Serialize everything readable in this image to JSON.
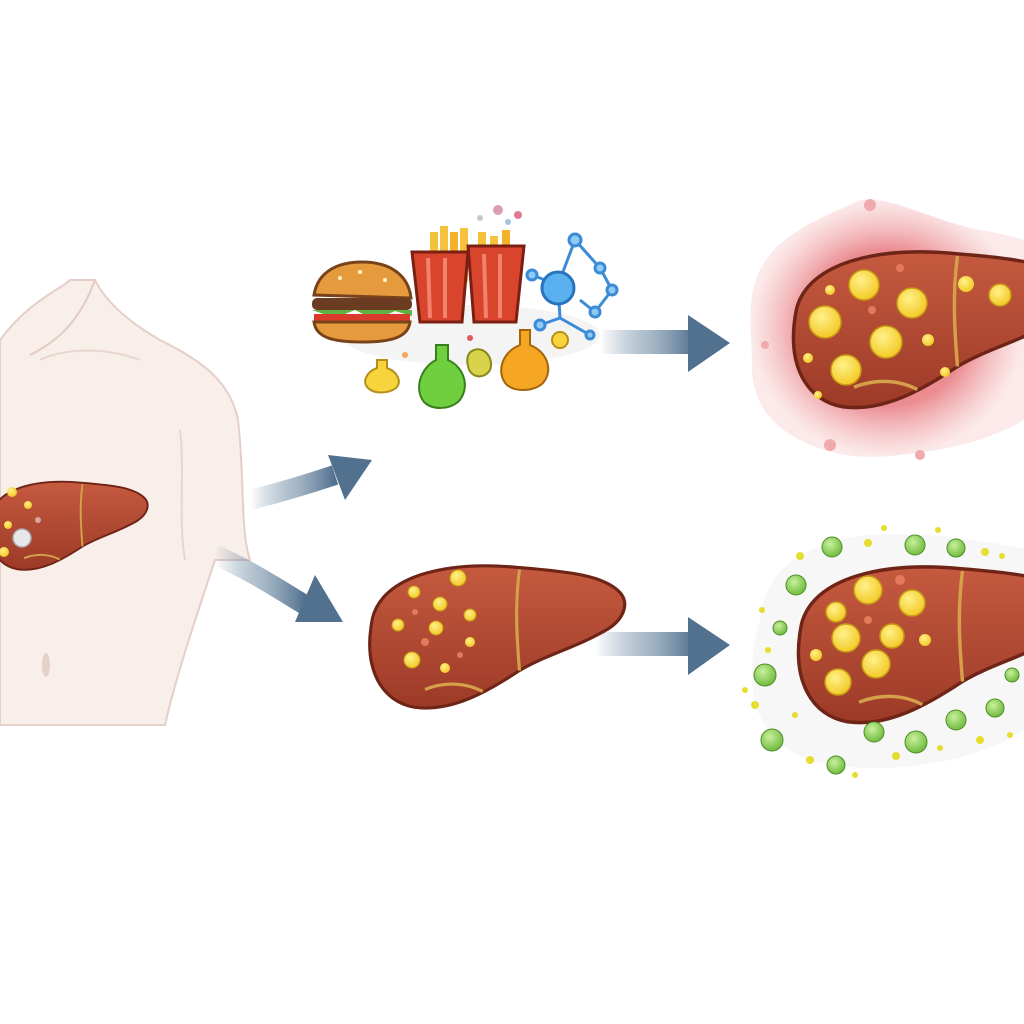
{
  "diagram": {
    "nodes": [
      {
        "id": "body-with-liver",
        "kind": "torso-with-liver"
      },
      {
        "id": "dietary-factors",
        "kind": "food-and-chemicals",
        "items": [
          "burger-icon",
          "fries-icon",
          "molecule-icon",
          "flask-icons"
        ]
      },
      {
        "id": "fatty-liver",
        "kind": "liver-with-fat-droplets"
      },
      {
        "id": "inflamed-liver",
        "kind": "liver-with-red-inflammation"
      },
      {
        "id": "liver-with-particles",
        "kind": "liver-surrounded-by-green-yellow-particles"
      }
    ],
    "edges": [
      {
        "from": "body-with-liver",
        "to": "dietary-factors"
      },
      {
        "from": "body-with-liver",
        "to": "fatty-liver"
      },
      {
        "from": "dietary-factors",
        "to": "inflamed-liver"
      },
      {
        "from": "fatty-liver",
        "to": "liver-with-particles"
      }
    ]
  },
  "colors": {
    "liver": "#b5452f",
    "liver_outline": "#6e2416",
    "fat_droplet": "#f5d431",
    "inflammation": "#e87f84",
    "particle_green": "#8fcf5a",
    "arrow": "#52718f",
    "skin": "#f8eeea"
  }
}
